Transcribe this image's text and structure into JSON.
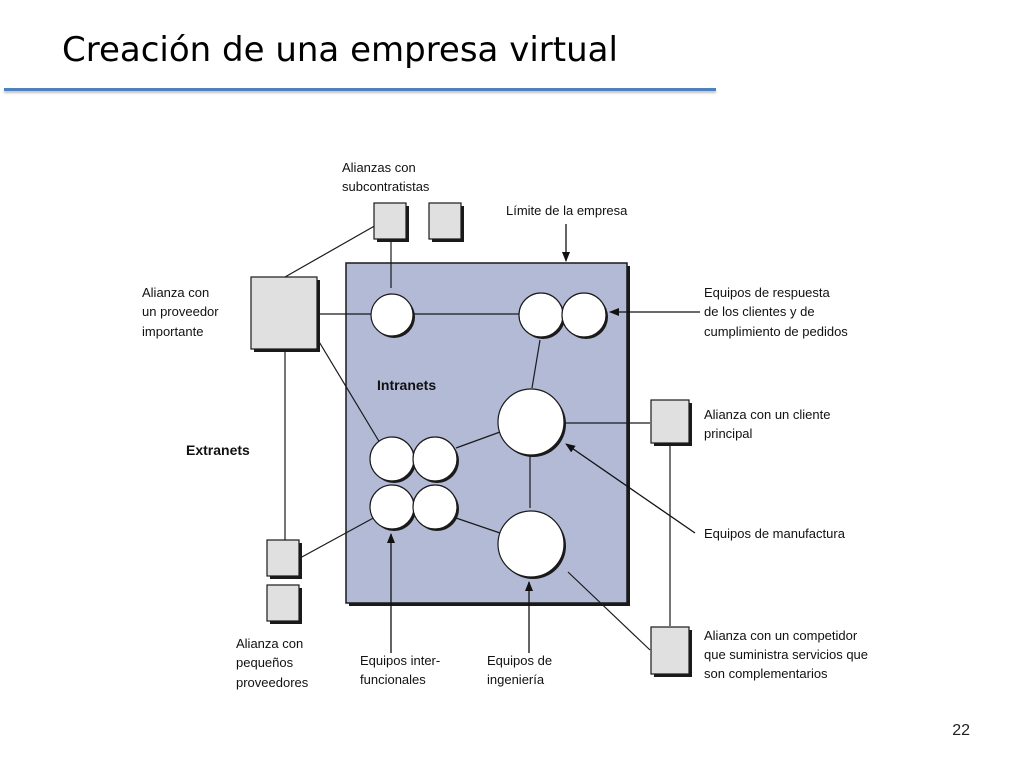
{
  "slide": {
    "title": "Creación de una empresa virtual",
    "page_number": "22"
  },
  "diagram": {
    "labels": {
      "subcontractors": [
        "Alianzas con",
        "subcontratistas"
      ],
      "boundary": [
        "Límite de la empresa"
      ],
      "major_supplier": [
        "Alianza con",
        "un proveedor",
        "importante"
      ],
      "response_teams": [
        "Equipos de respuesta",
        "de los clientes y de",
        "cumplimiento de pedidos"
      ],
      "intranets": [
        "Intranets"
      ],
      "extranets": [
        "Extranets"
      ],
      "major_customer": [
        "Alianza con un cliente",
        "principal"
      ],
      "manufacturing": [
        "Equipos de manufactura"
      ],
      "small_suppliers": [
        "Alianza con",
        "pequeños",
        "proveedores"
      ],
      "cross_functional": [
        "Equipos inter-",
        "funcionales"
      ],
      "engineering": [
        "Equipos de",
        "ingeniería"
      ],
      "competitor": [
        "Alianza con un competidor",
        "que suministra servicios que",
        "son complementarios"
      ]
    }
  },
  "colors": {
    "boundary_fill": "#b2bad6",
    "node_fill": "#e0e0e0",
    "title_rule": "#4f81bd"
  }
}
